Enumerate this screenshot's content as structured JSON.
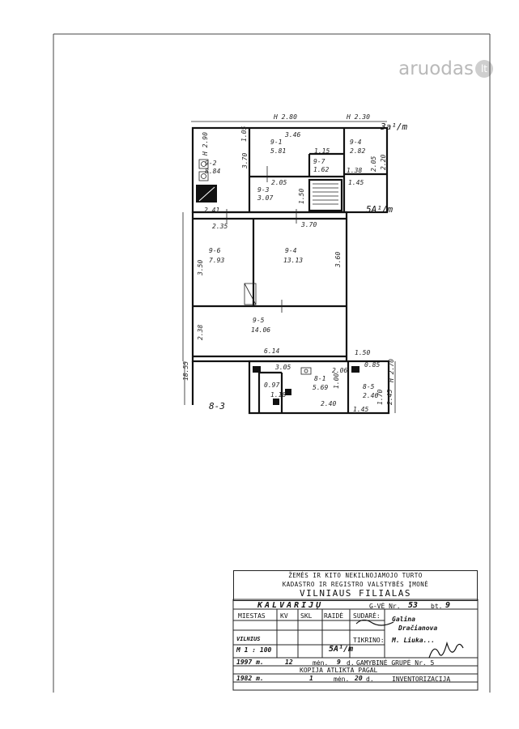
{
  "watermark": {
    "brand_main": "aruodas",
    "brand_accent": "lt"
  },
  "plan": {
    "top_dims": {
      "h280": "H 2.80",
      "h230": "H 2.30"
    },
    "floor_label_top": "3a¹/m",
    "floor_label_right": "5A¹/m",
    "section_label": "8-3",
    "rooms": [
      {
        "id": "9-1",
        "area": "5.81"
      },
      {
        "id": "9-2",
        "area": "8.84"
      },
      {
        "id": "9-3",
        "area": "3.07"
      },
      {
        "id": "9-4",
        "area": "2.82"
      },
      {
        "id": "9-7",
        "area": "1.62"
      },
      {
        "id": "9-6",
        "area": "7.93"
      },
      {
        "id": "9-4",
        "area": "13.13"
      },
      {
        "id": "9-5",
        "area": "14.06"
      },
      {
        "id": "8-1",
        "area": "5.69"
      },
      {
        "id": "8-5",
        "area": "2.46"
      },
      {
        "id": "8-4",
        "area": "1.18"
      }
    ],
    "dims": {
      "d346": "3.46",
      "d115": "1.15",
      "d145": "1.45",
      "d205": "2.05",
      "d150": "1.50",
      "d370v": "3.70",
      "d241": "2.41",
      "d235": "2.35",
      "d370": "3.70",
      "d350": "3.50",
      "d360": "3.60",
      "d238": "2.38",
      "d614": "6.14",
      "d150b": "1.50",
      "d1855": "18.55",
      "d305": "3.05",
      "d240": "2.40",
      "d145b": "1.45",
      "d270": "H 2.70",
      "d290": "H 2.90",
      "d105": "1.05",
      "d138": "1.38",
      "d205v": "2.05",
      "d220": "2.20",
      "d245": "2.45",
      "d100": "1.00",
      "d170": "1.70",
      "d206": "2.06",
      "d097": "0.97",
      "d085": "0.85"
    }
  },
  "stamp": {
    "header_line1": "ŽEMĖS IR KITO NEKILNOJAMOJO TURTO",
    "header_line2": "KADASTRO IR REGISTRO VALSTYBĖS ĮMONĖ",
    "header_line3": "VILNIAUS FILIALAS",
    "street": "KALVARIJŲ",
    "gve_label": "G-VĖ Nr.",
    "gve_number": "53",
    "bt_label": "bt.",
    "bt_number": "9",
    "col_miestas": "MIESTAS",
    "col_kv": "KV",
    "col_skl": "SKL",
    "col_raide": "RAIDĖ",
    "col_sudare": "SUDARĖ:",
    "sudare_name1": "Galina",
    "sudare_name2": "Dračianova",
    "city": "VILNIUS",
    "scale": "M 1 : 100",
    "floor": "5A¹/m",
    "tikrino": "TIKRINO:",
    "tikrino_name": "M. Liuka...",
    "date_year": "1997 m.",
    "date_month": "12",
    "date_men": "mėn.",
    "date_day": "9",
    "date_d": "d.",
    "group": "GAMYBINĖ GRUPĖ Nr. 5",
    "copy_made": "KOPIJA ATLIKTA PAGAL",
    "copy_year": "1982 m.",
    "copy_month": "1",
    "copy_men": "mėn.",
    "copy_day": "20",
    "copy_d": "d.",
    "inventorization": "INVENTORIZACIJĄ"
  }
}
